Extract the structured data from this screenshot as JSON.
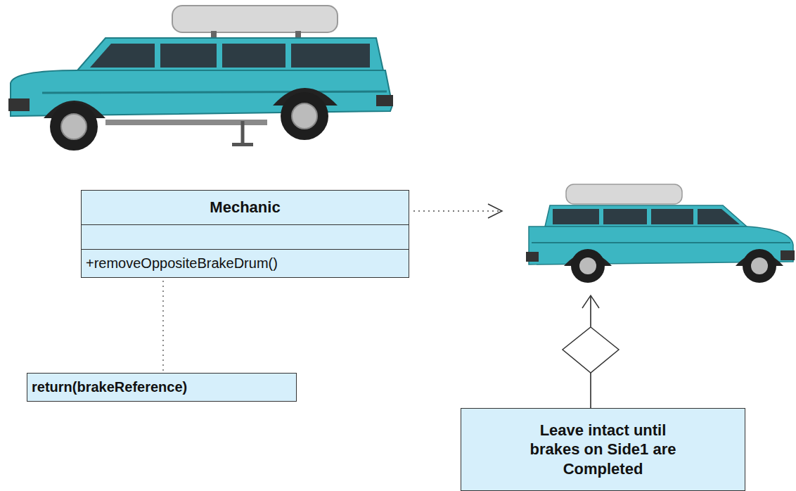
{
  "diagram": {
    "nodes": [
      {
        "text": [
          "Mechanic",
          "+removeOppositeBrakeDrum()"
        ]
      },
      {
        "text": [
          "return(brakeReference)"
        ]
      },
      {
        "text": [
          "Leave intact until brakes on Side1 are Completed"
        ]
      }
    ],
    "edges": [
      {
        "from": 0,
        "to": 1,
        "arrow": "none"
      }
    ]
  }
}
